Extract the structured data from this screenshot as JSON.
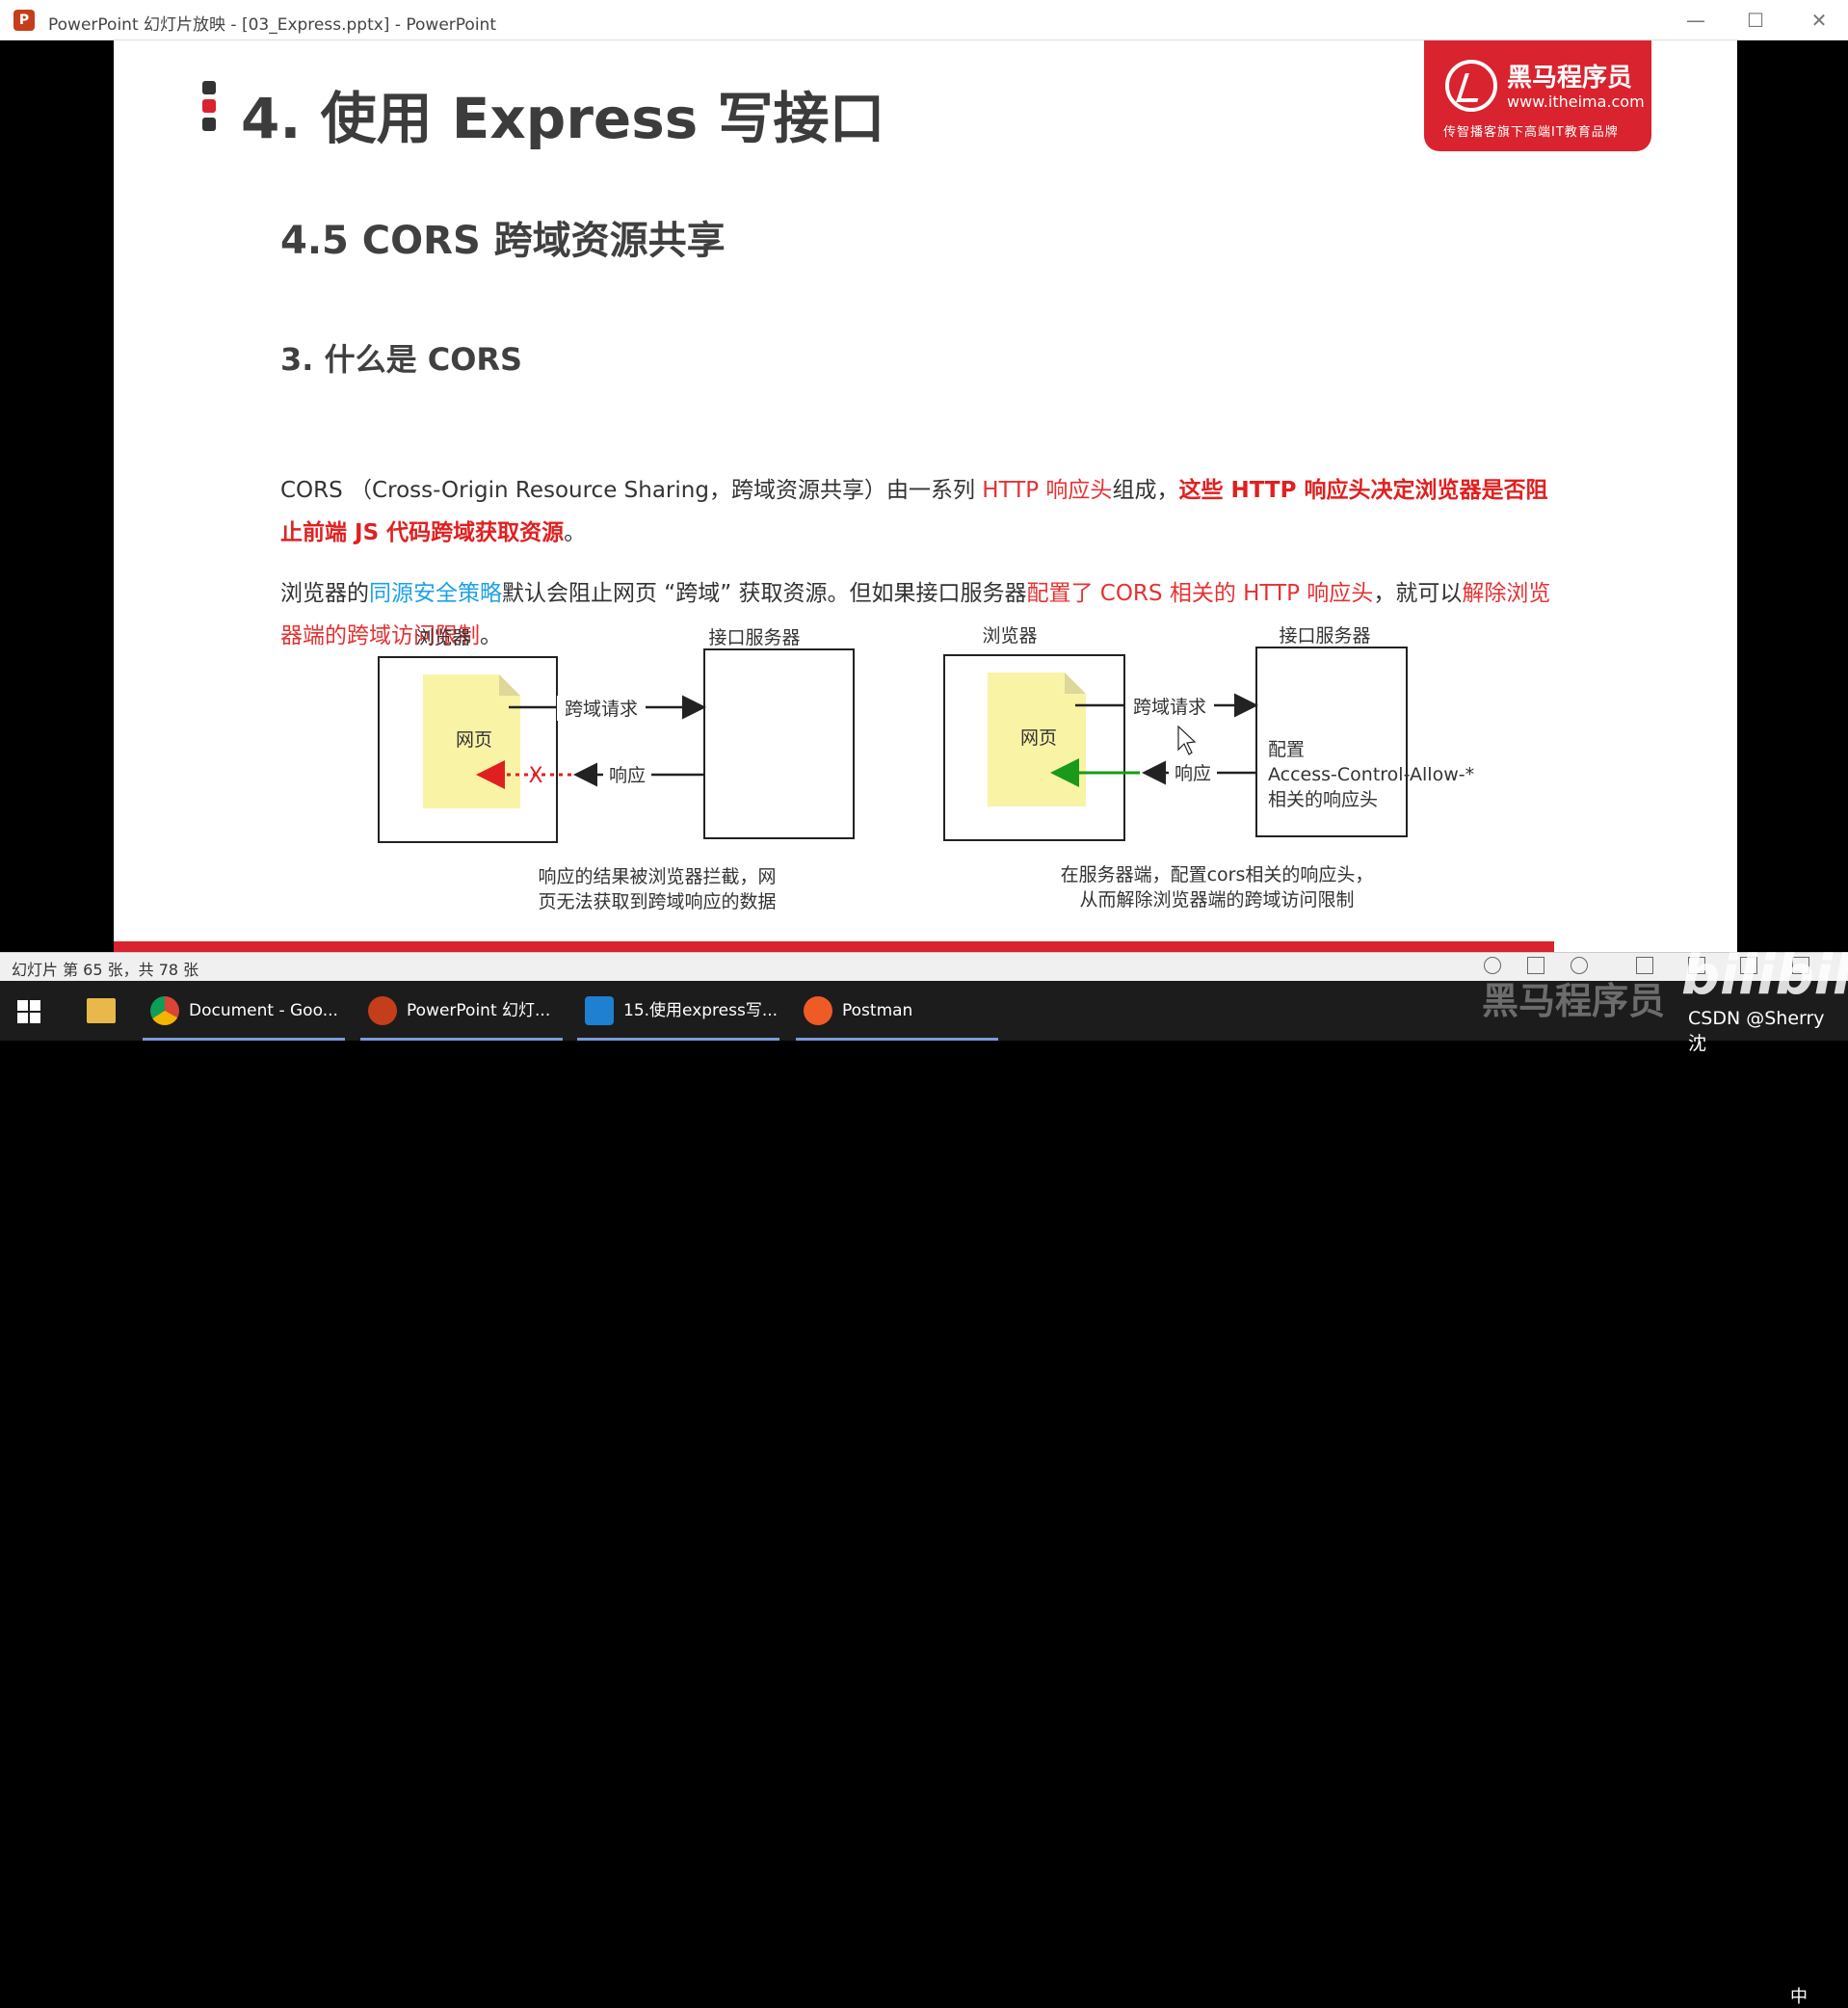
{
  "window": {
    "title": "PowerPoint 幻灯片放映 - [03_Express.pptx] - PowerPoint",
    "app_icon": "P"
  },
  "slide": {
    "title": "4. 使用 Express 写接口",
    "logo": {
      "name": "黑马程序员",
      "url": "www.itheima.com",
      "slogan": "传智播客旗下高端IT教育品牌"
    },
    "subtitle": "4.5 CORS 跨域资源共享",
    "section": "3. 什么是 CORS",
    "para1": {
      "p1": "CORS （Cross-Origin Resource Sharing，跨域资源共享）由一系列 ",
      "p2": "HTTP 响应头",
      "p3": "组成，",
      "p4": "这些 HTTP 响应头决定浏览器是否阻止前端 JS 代码跨域获取资源",
      "p5": "。"
    },
    "para2": {
      "p1": "浏览器的",
      "p2": "同源安全策略",
      "p3": "默认会阻止网页 “跨域” 获取资源。但如果接口服务器",
      "p4": "配置了 CORS 相关的 HTTP 响应头",
      "p5": "，就可以",
      "p6": "解除浏览器端的跨域访问限制",
      "p7": "。"
    },
    "diagram": {
      "left": {
        "browser_label": "浏览器",
        "server_label": "接口服务器",
        "page_label": "网页",
        "request_label": "跨域请求",
        "response_label": "响应",
        "blocked_mark": "X",
        "caption_line1": "响应的结果被浏览器拦截，网",
        "caption_line2": "页无法获取到跨域响应的数据"
      },
      "right": {
        "browser_label": "浏览器",
        "server_label": "接口服务器",
        "page_label": "网页",
        "request_label": "跨域请求",
        "response_label": "响应",
        "server_config_line1": "配置",
        "server_config_line2": "Access-Control-Allow-*",
        "server_config_line3": "相关的响应头",
        "caption_line1": "在服务器端，配置cors相关的响应头，",
        "caption_line2": "从而解除浏览器端的跨域访问限制"
      }
    }
  },
  "statusbar": {
    "slide_info": "幻灯片 第 65 张，共 78 张"
  },
  "taskbar": {
    "items": [
      {
        "label": "Document - Goo..."
      },
      {
        "label": "PowerPoint 幻灯..."
      },
      {
        "label": "15.使用express写..."
      },
      {
        "label": "Postman"
      }
    ],
    "clock": "中"
  },
  "overlay": {
    "watermark": "黑马程序员",
    "bilibili": "bilibili",
    "csdn": "CSDN @Sherry 沈"
  },
  "colors": {
    "accent_red": "#d9232e",
    "text_red": "#e53232",
    "link_blue": "#1ea1e6",
    "page_yellow": "#f9f3a6",
    "arrow_green": "#1a9a1a"
  }
}
